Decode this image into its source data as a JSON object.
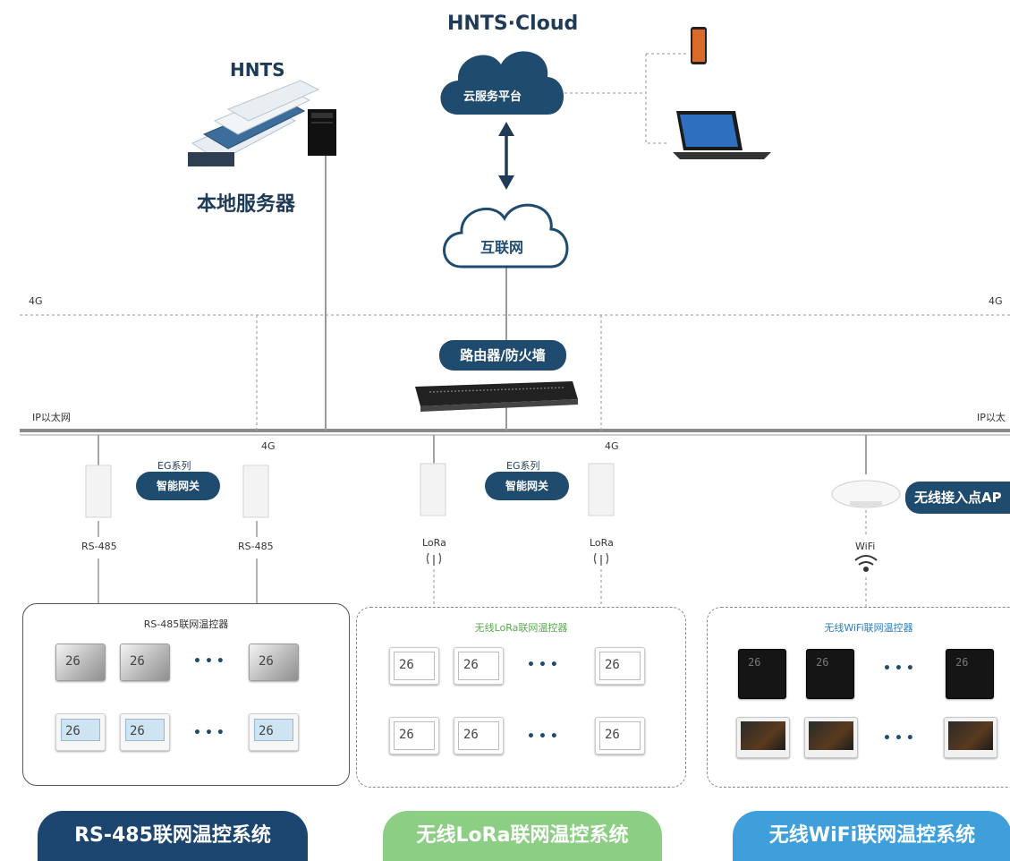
{
  "top": {
    "cloud_title": "HNTS·Cloud",
    "hnts_title": "HNTS",
    "local_server_label": "本地服务器",
    "cloud_platform_label": "云服务平台",
    "internet_label": "互联网"
  },
  "network": {
    "four_g_label": "4G",
    "ip_ethernet_left": "IP以太网",
    "ip_ethernet_right": "IP以太",
    "router_label": "路由器/防火墙"
  },
  "gateways": {
    "series_label": "EG系列",
    "gateway_label": "智能网关",
    "ap_label": "无线接入点AP"
  },
  "links": {
    "rs485": "RS-485",
    "lora": "LoRa",
    "wifi": "WiFi"
  },
  "groups": [
    {
      "title": "RS-485联网温控器",
      "banner": "RS-485联网温控系统",
      "color": "#1c4670"
    },
    {
      "title": "无线LoRa联网温控器",
      "banner": "无线LoRa联网温控系统",
      "color": "#8ccf84"
    },
    {
      "title": "无线WiFi联网温控器",
      "banner": "无线WiFi联网温控系统",
      "color": "#3e9fdb"
    }
  ],
  "thermostat_readout": "26",
  "ellipsis": "•••"
}
